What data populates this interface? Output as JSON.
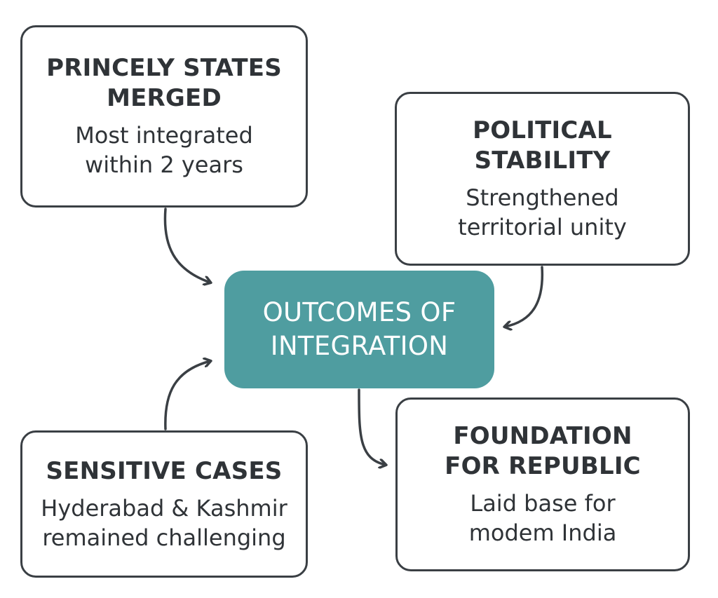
{
  "center": {
    "line1": "OUTCOMES OF",
    "line2": "INTEGRATION"
  },
  "nodes": [
    {
      "title_lines": [
        "PRINCELY STATES",
        "MERGED"
      ],
      "desc_lines": [
        "Most integrated",
        "within 2 years"
      ]
    },
    {
      "title_lines": [
        "POLITICAL",
        "STABILITY"
      ],
      "desc_lines": [
        "Strengthened",
        "territorial unity"
      ]
    },
    {
      "title_lines": [
        "SENSITIVE CASES"
      ],
      "desc_lines": [
        "Hyderabad & Kashmir",
        "remained challenging"
      ]
    },
    {
      "title_lines": [
        "FOUNDATION",
        "FOR REPUBLIC"
      ],
      "desc_lines": [
        "Laid base for",
        "modem India"
      ]
    }
  ],
  "colors": {
    "center_fill": "#4f9da0",
    "border": "#3a3f44",
    "text": "#2f3337"
  }
}
